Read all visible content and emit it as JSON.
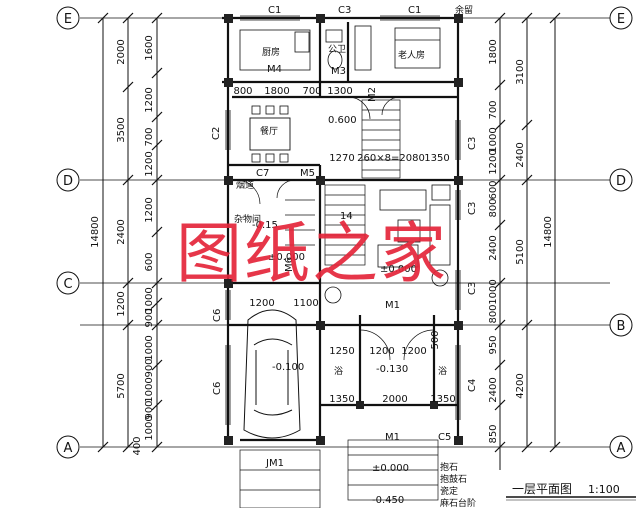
{
  "grid_axes": {
    "E": "E",
    "D": "D",
    "C": "C",
    "B": "B",
    "A": "A"
  },
  "left_dims_inner": [
    "2000",
    "3500",
    "2400",
    "1200",
    "5700"
  ],
  "left_dims_outer": [
    "1600",
    "1200",
    "700",
    "1200",
    "1200",
    "600",
    "1000",
    "900",
    "1000",
    "900",
    "1000",
    "900",
    "1000",
    "400"
  ],
  "left_total": "14800",
  "right_dims_inner": [
    "3100",
    "2400",
    "5100",
    "4200"
  ],
  "right_dims_outer": [
    "1800",
    "700",
    "1000",
    "1200",
    "600",
    "800",
    "2400",
    "1000",
    "800",
    "950",
    "2400",
    "850"
  ],
  "right_total": "14800",
  "windows": {
    "c1_left": "C1",
    "c1_right": "C1",
    "c3_top": "C3",
    "c2": "C2",
    "c7": "C7",
    "c6_upper": "C6",
    "c6_lower": "C6",
    "c3_right_a": "C3",
    "c3_right_b": "C3",
    "c3_right_c": "C3",
    "c4": "C4",
    "c5": "C5"
  },
  "doors": {
    "m4": "M4",
    "m3": "M3",
    "m2": "M2",
    "m5": "M5",
    "m6": "M6",
    "m1_mid": "M1",
    "m1_bottom": "M1",
    "jm1": "JM1"
  },
  "rooms": {
    "kitchen": "厨房",
    "public_wc": "公卫",
    "elder_room": "老人房",
    "dining": "餐厅",
    "utility": "杂物间",
    "reserved": "余留",
    "shaft": "烟道",
    "bath_a": "浴",
    "bath_b": "浴"
  },
  "interior_dims": [
    "800",
    "1800",
    "700",
    "1300",
    "1270",
    "260×8=2080",
    "1350",
    "1200",
    "1100",
    "1250",
    "1200",
    "1200",
    "1350",
    "2000",
    "1350",
    "500"
  ],
  "levels": {
    "l1": "0.600",
    "l2": "-0.15",
    "l3": "±0.000",
    "l4": "±0.000",
    "l5": "-0.100",
    "l6": "-0.130",
    "l7": "±0.000",
    "l8": "-0.450"
  },
  "stair_label": "14",
  "notes": {
    "n1": "抱石",
    "n2": "抱鼓石",
    "n3": "瓷定",
    "n4": "麻石台阶"
  },
  "watermark": "图纸之家",
  "plan_title": "一层平面图",
  "plan_scale": "1:100"
}
